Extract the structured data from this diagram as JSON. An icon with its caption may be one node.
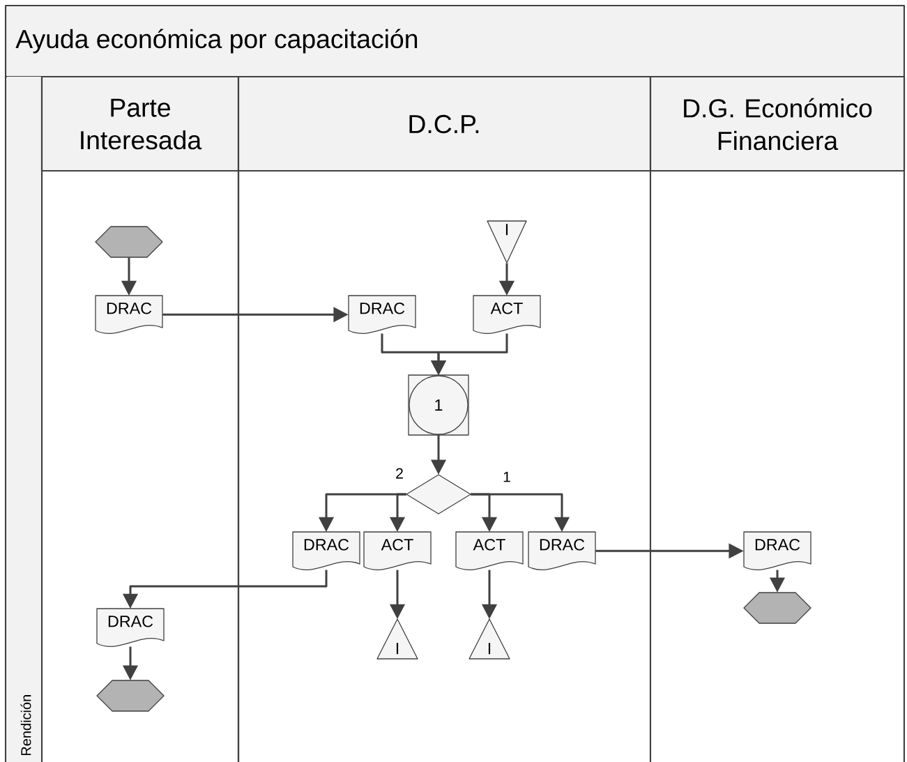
{
  "diagram": {
    "nodes": [
      {
        "text": [
          "Ayuda económica por capacitación"
        ]
      },
      {
        "text": [
          "Rendición"
        ],
        "in": 0
      },
      {
        "text": [
          "Parte Interesada"
        ],
        "in": 0
      },
      {
        "text": [
          "D.C.P."
        ],
        "in": 0
      },
      {
        "text": [
          "D.G. Económico Financiera"
        ],
        "in": 0
      },
      {
        "text": [],
        "shape": "hexagon",
        "in": 2
      },
      {
        "text": [
          "DRAC"
        ],
        "in": 2
      },
      {
        "text": [
          "I"
        ],
        "in": 3
      },
      {
        "text": [
          "DRAC"
        ],
        "in": 3
      },
      {
        "text": [
          "ACT"
        ],
        "in": 3
      },
      {
        "text": [
          "1"
        ],
        "in": 3
      },
      {
        "text": [],
        "shape": "diamond",
        "in": 3
      },
      {
        "text": [
          "DRAC"
        ],
        "in": 3
      },
      {
        "text": [
          "ACT"
        ],
        "in": 3
      },
      {
        "text": [
          "ACT"
        ],
        "in": 3
      },
      {
        "text": [
          "DRAC"
        ],
        "in": 3
      },
      {
        "text": [
          "I"
        ],
        "in": 3
      },
      {
        "text": [
          "I"
        ],
        "in": 3
      },
      {
        "text": [
          "DRAC"
        ],
        "in": 4
      },
      {
        "text": [],
        "shape": "hexagon",
        "in": 4
      },
      {
        "text": [
          "DRAC"
        ],
        "in": 2
      },
      {
        "text": [],
        "shape": "hexagon",
        "in": 2
      }
    ],
    "edges": [
      {
        "from": 5,
        "to": 6,
        "arrow": "to"
      },
      {
        "from": 6,
        "to": 8,
        "arrow": "to"
      },
      {
        "from": 7,
        "to": 9,
        "arrow": "to"
      },
      {
        "from": 8,
        "to": 10,
        "arrow": "to"
      },
      {
        "from": 9,
        "to": 10,
        "arrow": "to"
      },
      {
        "from": 10,
        "to": 11,
        "arrow": "to"
      },
      {
        "from": 11,
        "to": 12,
        "arrow": "to"
      },
      {
        "from": 11,
        "to": 13,
        "arrow": "to",
        "label": "2"
      },
      {
        "from": 11,
        "to": 14,
        "arrow": "to"
      },
      {
        "from": 11,
        "to": 15,
        "arrow": "to",
        "label": "1"
      },
      {
        "from": 13,
        "to": 16,
        "arrow": "to"
      },
      {
        "from": 14,
        "to": 17,
        "arrow": "to"
      },
      {
        "from": 15,
        "to": 18,
        "arrow": "to"
      },
      {
        "from": 18,
        "to": 19,
        "arrow": "to"
      },
      {
        "from": 12,
        "to": 20,
        "arrow": "to"
      },
      {
        "from": 20,
        "to": 21,
        "arrow": "to"
      }
    ]
  }
}
